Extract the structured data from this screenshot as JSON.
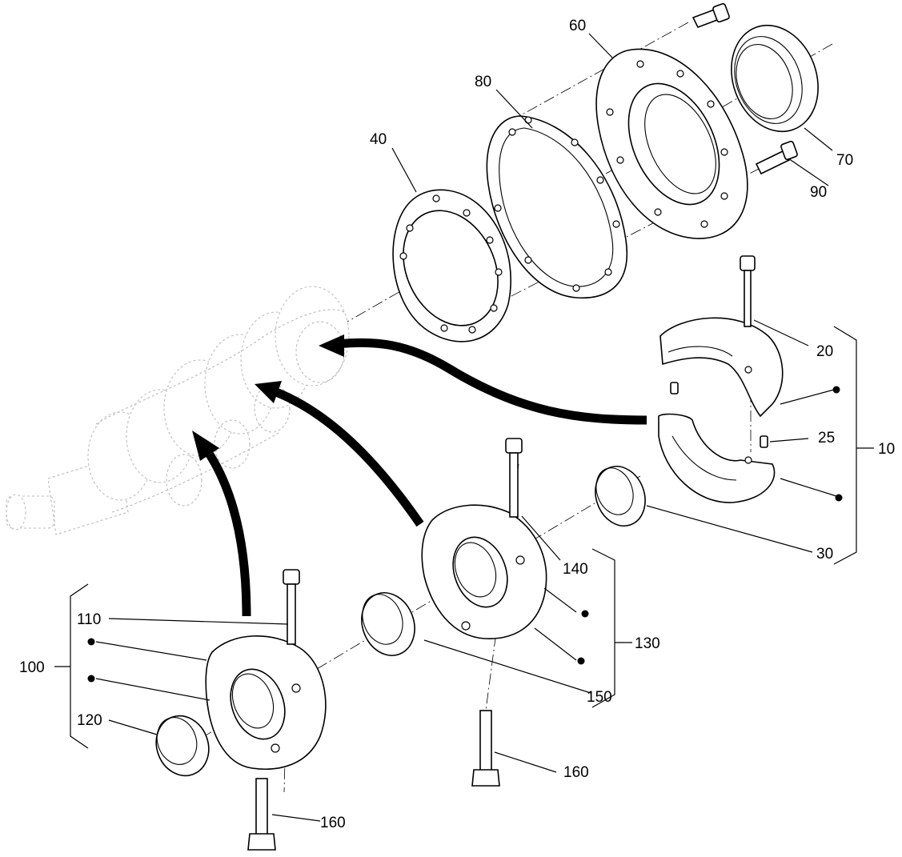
{
  "callouts": {
    "c10": "10",
    "c20": "20",
    "c25": "25",
    "c30": "30",
    "c40": "40",
    "c60": "60",
    "c70": "70",
    "c80": "80",
    "c90": "90",
    "c100": "100",
    "c110": "110",
    "c120": "120",
    "c130": "130",
    "c140": "140",
    "c150": "150",
    "c160a": "160",
    "c160b": "160"
  }
}
